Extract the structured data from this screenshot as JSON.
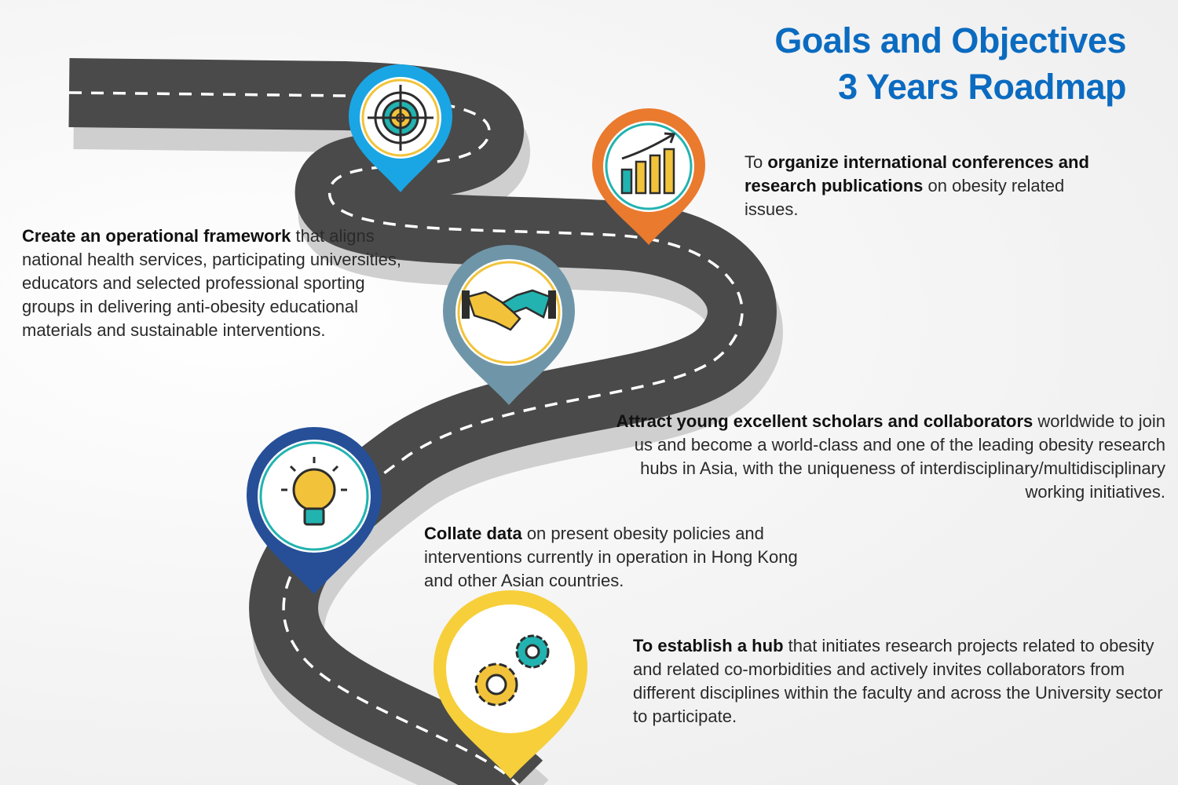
{
  "title": {
    "line1": "Goals and Objectives",
    "line2": "3 Years Roadmap"
  },
  "milestones": [
    {
      "icon": "target-icon",
      "pin_color": "#1aa6e4",
      "bold": "Create an operational framework",
      "rest": " that aligns national health services, participating universities, educators and selected professional sporting groups in delivering anti-obesity educational materials and sustainable interventions."
    },
    {
      "icon": "growth-chart-icon",
      "pin_color": "#ea7a2e",
      "pre": "To ",
      "bold": "organize international conferences and research publications",
      "rest": " on obesity related issues."
    },
    {
      "icon": "handshake-icon",
      "pin_color": "#6f96a8",
      "bold": "Attract young excellent scholars and collaborators",
      "rest": " worldwide to join us and become a world-class and one of the leading obesity research hubs in Asia, with the uniqueness of interdisciplinary/multidisciplinary working initiatives."
    },
    {
      "icon": "lightbulb-icon",
      "pin_color": "#264f98",
      "bold": "Collate data",
      "rest": " on present obesity policies and interventions currently in operation in Hong Kong and other Asian countries."
    },
    {
      "icon": "gears-icon",
      "pin_color": "#f6cf3a",
      "bold": "To establish a hub",
      "rest": " that initiates research projects related to obesity and related co-morbidities and actively invites collaborators from different disciplines within the faculty and across the University sector to participate."
    }
  ],
  "colors": {
    "title": "#0b6bc0",
    "road": "#4a4a4a",
    "road_edge": "#d9d9d9",
    "lane_marking": "#ffffff"
  }
}
